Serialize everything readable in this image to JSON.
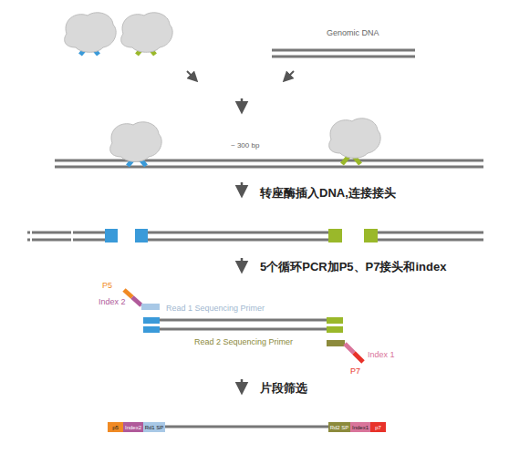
{
  "diagram": {
    "nodes": [
      {
        "text": [
          "p5"
        ]
      },
      {
        "text": [
          "Index2"
        ]
      },
      {
        "text": [
          "Rd1 SP"
        ]
      },
      {
        "text": [
          "Rd2 SP"
        ]
      },
      {
        "text": [
          "Index1"
        ]
      },
      {
        "text": [
          "p7"
        ]
      }
    ],
    "labels": [
      "Genomic DNA",
      "~ 300 bp",
      "转座酶插入DNA,连接接头",
      "5个循环PCR加P5、P7接头和index",
      "P5",
      "Index 2",
      "Read 1 Sequencing Primer",
      "Read 2 Sequencing Primer",
      "Index 1",
      "P7",
      "片段筛选"
    ]
  }
}
